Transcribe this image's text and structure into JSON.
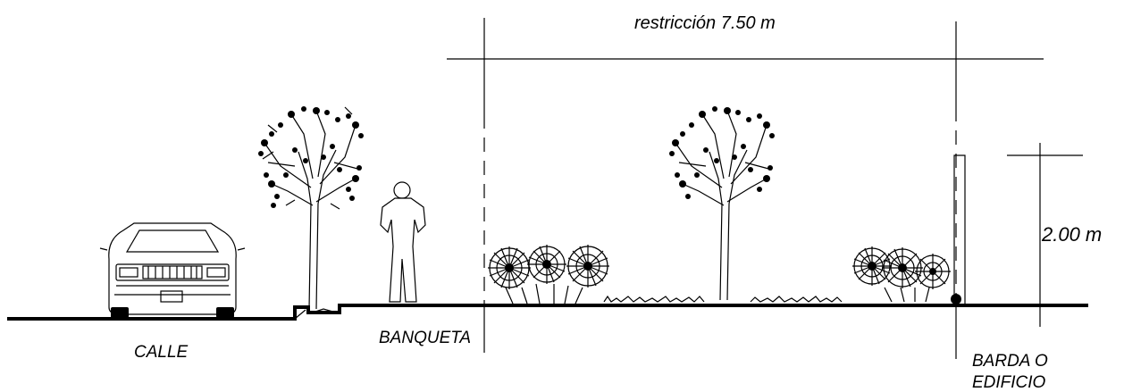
{
  "labels": {
    "restriction": "restricción  7.50 m",
    "height": "2.00 m",
    "street": "CALLE",
    "sidewalk": "BANQUETA",
    "wall_line1": "BARDA O",
    "wall_line2": "EDIFICIO"
  },
  "colors": {
    "ink": "#000000",
    "paper": "#ffffff"
  }
}
